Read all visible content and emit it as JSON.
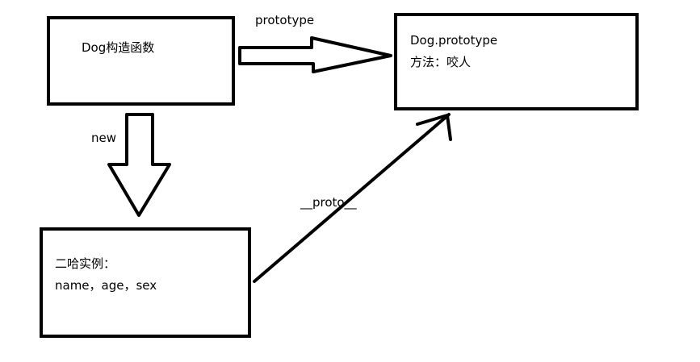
{
  "nodes": {
    "constructor": {
      "label": "Dog构造函数"
    },
    "prototype": {
      "title": "Dog.prototype",
      "methods": "方法：咬人"
    },
    "instance": {
      "title": "二哈实例：",
      "props": "name，age，sex"
    }
  },
  "edges": {
    "prototype_label": "prototype",
    "new_label": "new",
    "proto_label": "__proto__"
  },
  "colors": {
    "stroke": "#000000",
    "background": "#ffffff"
  }
}
